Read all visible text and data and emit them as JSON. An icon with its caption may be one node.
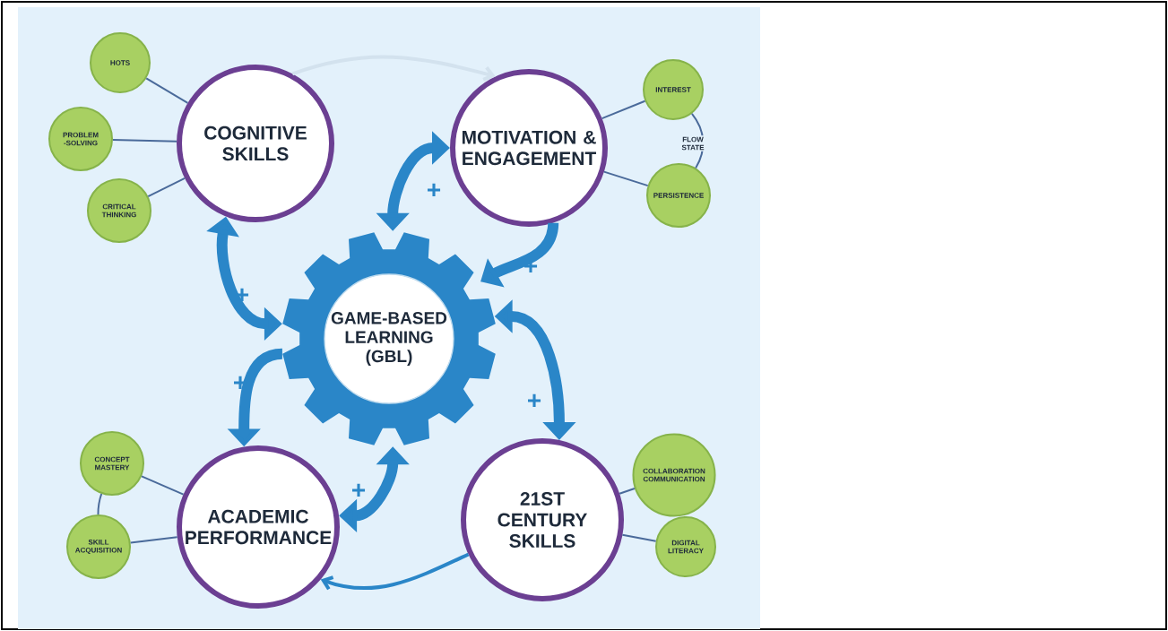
{
  "diagram": {
    "nodes": [
      {
        "text": [
          "GAME-BASED LEARNING (GBL)"
        ]
      },
      {
        "text": [
          "COGNITIVE SKILLS"
        ]
      },
      {
        "text": [
          "HOTS"
        ]
      },
      {
        "text": [
          "PROBLEM -SOLVING"
        ]
      },
      {
        "text": [
          "CRITICAL THINKING"
        ]
      },
      {
        "text": [
          "MOTIVATION & ENGAGEMENT"
        ]
      },
      {
        "text": [
          "INTEREST"
        ]
      },
      {
        "text": [
          "PERSISTENCE"
        ]
      },
      {
        "text": [
          "ACADEMIC PERFORMANCE"
        ]
      },
      {
        "text": [
          "CONCEPT MASTERY"
        ]
      },
      {
        "text": [
          "SKILL ACQUISITION"
        ]
      },
      {
        "text": [
          "21ST CENTURY SKILLS"
        ]
      },
      {
        "text": [
          "COLLABORATION COMMUNICATION"
        ]
      },
      {
        "text": [
          "DIGITAL LITERACY"
        ]
      }
    ],
    "edges": [
      {
        "from": 1,
        "to": 2,
        "arrow": "none"
      },
      {
        "from": 1,
        "to": 3,
        "arrow": "none"
      },
      {
        "from": 1,
        "to": 4,
        "arrow": "none"
      },
      {
        "from": 5,
        "to": 6,
        "arrow": "none"
      },
      {
        "from": 5,
        "to": 7,
        "arrow": "none"
      },
      {
        "from": 6,
        "to": 7,
        "arrow": "none",
        "label": "FLOW STATE"
      },
      {
        "from": 8,
        "to": 9,
        "arrow": "none"
      },
      {
        "from": 8,
        "to": 10,
        "arrow": "none"
      },
      {
        "from": 9,
        "to": 10,
        "arrow": "none"
      },
      {
        "from": 11,
        "to": 12,
        "arrow": "none"
      },
      {
        "from": 11,
        "to": 13,
        "arrow": "none"
      },
      {
        "from": 0,
        "to": 5,
        "arrow": "both",
        "label": "+",
        "style": "thick",
        "color": "#2a86c8"
      },
      {
        "from": 5,
        "to": 0,
        "arrow": "to",
        "label": "+",
        "style": "thick",
        "color": "#2a86c8"
      },
      {
        "from": 0,
        "to": 11,
        "arrow": "both",
        "label": "+",
        "style": "thick",
        "color": "#2a86c8"
      },
      {
        "from": 0,
        "to": 8,
        "arrow": "both",
        "label": "+",
        "style": "thick",
        "color": "#2a86c8"
      },
      {
        "from": 11,
        "to": 8,
        "arrow": "to",
        "style": "thick",
        "color": "#2a86c8"
      },
      {
        "from": 1,
        "to": 0,
        "arrow": "both",
        "label": "+",
        "style": "thick",
        "color": "#2a86c8"
      },
      {
        "from": 0,
        "to": 8,
        "arrow": "to",
        "label": "+",
        "style": "thick",
        "color": "#2a86c8"
      },
      {
        "from": 1,
        "to": 5,
        "arrow": "to",
        "style": "thick",
        "color": "#d3e2ee"
      }
    ]
  }
}
